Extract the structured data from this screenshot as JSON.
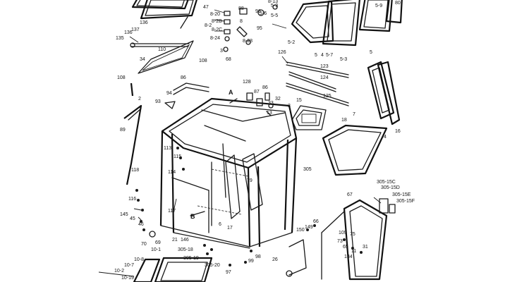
{
  "diagram": {
    "line_color": "#1a1a1a",
    "background": "#ffffff",
    "labels": {
      "l47": "47",
      "l88": "88",
      "l96": "96",
      "l813": "8-13",
      "l53": "5-3",
      "l820": "8-20",
      "l82c": "8-2C",
      "l82b": "8-2B",
      "l824": "8-24",
      "l8": "8",
      "l82": "8-2",
      "l8b": "8",
      "l3": "3",
      "l95": "95",
      "l828": "8-28",
      "l56": "5-6",
      "l55": "5-5",
      "l52": "5-2",
      "l54": "5",
      "l4a": "4",
      "l57": "5-7",
      "l5b": "5-3",
      "l59": "5-9",
      "l80": "80",
      "l137": "137",
      "l136": "136",
      "l135": "135",
      "l34": "34",
      "l110": "110",
      "l108a": "108",
      "l68": "68",
      "l126": "126",
      "l123": "123",
      "l124": "124",
      "l125": "125",
      "l5": "5",
      "l108": "108",
      "l2": "2",
      "l86": "86",
      "l94": "94",
      "l93": "93",
      "l128": "128",
      "l87": "87",
      "l86b": "86",
      "l32": "32",
      "l33": "33",
      "l13": "13",
      "l15": "15",
      "l3b": "3",
      "l7": "7",
      "l18": "18",
      "l16": "16",
      "l4": "4",
      "l89": "89",
      "l113": "113",
      "l115": "115",
      "l114": "114",
      "l118": "118",
      "l79": "79",
      "l305": "305",
      "l305c": "305-15C",
      "l305d": "305-15D",
      "l305e": "305-15E",
      "l305f": "305-15F",
      "l67": "67",
      "l116": "116",
      "l117": "117",
      "l145": "145",
      "l45": "45",
      "l46": "46",
      "l6": "6",
      "l17": "17",
      "l70": "70",
      "l69": "69",
      "l21": "21",
      "l146": "146",
      "l101": "10-1",
      "l30518": "305-18",
      "l30519": "305-19",
      "l30520": "305-20",
      "l97": "97",
      "l99": "99",
      "l98": "98",
      "l26": "26",
      "l150": "150",
      "l149": "149",
      "l66": "66",
      "l109": "109",
      "l75": "75",
      "l73": "73",
      "l65": "65",
      "l11": "11",
      "l31": "31",
      "l134": "134",
      "l108b": "10-8",
      "l107": "10-7",
      "l102": "10-2",
      "l1019": "10-19",
      "lA": "A",
      "lB": "B"
    }
  }
}
